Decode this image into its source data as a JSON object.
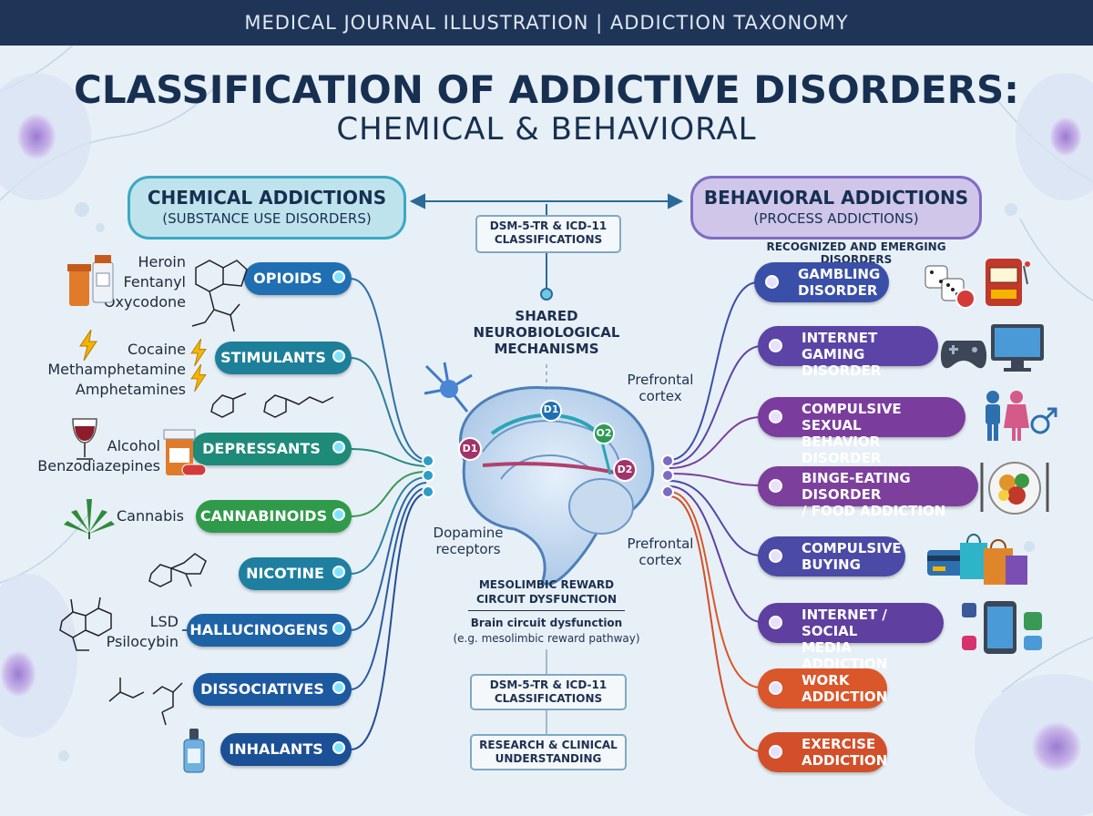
{
  "header": {
    "banner": "MEDICAL JOURNAL ILLUSTRATION | ADDICTION TAXONOMY",
    "title_line1": "CLASSIFICATION OF ADDICTIVE DISORDERS:",
    "title_line2": "CHEMICAL & BEHAVIORAL"
  },
  "chemical": {
    "title": "CHEMICAL ADDICTIONS",
    "subtitle": "(SUBSTANCE USE DISORDERS)",
    "categories": [
      {
        "label": "OPIOIDS",
        "examples": "Heroin\nFentanyl\nOxycodone",
        "color": "#1f6fb2"
      },
      {
        "label": "STIMULANTS",
        "examples": "Cocaine\nMethamphetamine\nAmphetamines",
        "color": "#1d7f9a"
      },
      {
        "label": "DEPRESSANTS",
        "examples": "Alcohol\nBenzodiazepines",
        "color": "#1e8a78"
      },
      {
        "label": "CANNABINOIDS",
        "examples": "Cannabis",
        "color": "#2f9a4a"
      },
      {
        "label": "NICOTINE",
        "examples": "",
        "color": "#1e7fa0"
      },
      {
        "label": "HALLUCINOGENS",
        "examples": "LSD\nPsilocybin",
        "color": "#1e63a6"
      },
      {
        "label": "DISSOCIATIVES",
        "examples": "",
        "color": "#1d59a0"
      },
      {
        "label": "INHALANTS",
        "examples": "",
        "color": "#1b4f96"
      }
    ]
  },
  "behavioral": {
    "title": "BEHAVIORAL ADDICTIONS",
    "subtitle": "(PROCESS ADDICTIONS)",
    "section_label": "RECOGNIZED AND EMERGING DISORDERS",
    "categories": [
      {
        "label": "GAMBLING\nDISORDER",
        "color": "#3a4fa8"
      },
      {
        "label": "INTERNET GAMING\nDISORDER",
        "color": "#5b44a6"
      },
      {
        "label": "COMPULSIVE SEXUAL\nBEHAVIOR DISORDER",
        "color": "#7a3d9e"
      },
      {
        "label": "BINGE-EATING DISORDER\n/ FOOD ADDICTION",
        "color": "#7d3f9c"
      },
      {
        "label": "COMPULSIVE\nBUYING",
        "color": "#4b4aa6"
      },
      {
        "label": "INTERNET / SOCIAL\nMEDIA ADDICTION",
        "color": "#5f3f9f"
      },
      {
        "label": "WORK\nADDICTION",
        "color": "#d9572b"
      },
      {
        "label": "EXERCISE\nADDICTION",
        "color": "#d24f2a"
      }
    ]
  },
  "center": {
    "top_box": "DSM-5-TR & ICD-11\nCLASSIFICATIONS",
    "shared_label": "SHARED\nNEUROBIOLOGICAL\nMECHANISMS",
    "prefrontal_top": "Prefrontal\ncortex",
    "prefrontal_bottom": "Prefrontal\ncortex",
    "dopamine": "Dopamine\nreceptors",
    "receptor_labels": [
      "D1",
      "O2",
      "D1",
      "D2"
    ],
    "mesolimbic": "MESOLIMBIC REWARD\nCIRCUIT DYSFUNCTION",
    "brain_circuit_title": "Brain circuit dysfunction",
    "brain_circuit_sub": "(e.g. mesolimbic reward pathway)",
    "mid_box": "DSM-5-TR & ICD-11\nCLASSIFICATIONS",
    "bottom_box": "RESEARCH & CLINICAL\nUNDERSTANDING"
  },
  "icons": [
    "neuron-icon",
    "pill-bottle-icon",
    "lightning-icon",
    "wine-glass-icon",
    "cannabis-leaf-icon",
    "molecule-icon",
    "dropper-bottle-icon",
    "dice-icon",
    "slot-machine-icon",
    "gamepad-icon",
    "monitor-icon",
    "couple-icon",
    "male-symbol-icon",
    "food-plate-icon",
    "shopping-bags-icon",
    "credit-card-icon",
    "smartphone-icon",
    "brain-icon"
  ]
}
